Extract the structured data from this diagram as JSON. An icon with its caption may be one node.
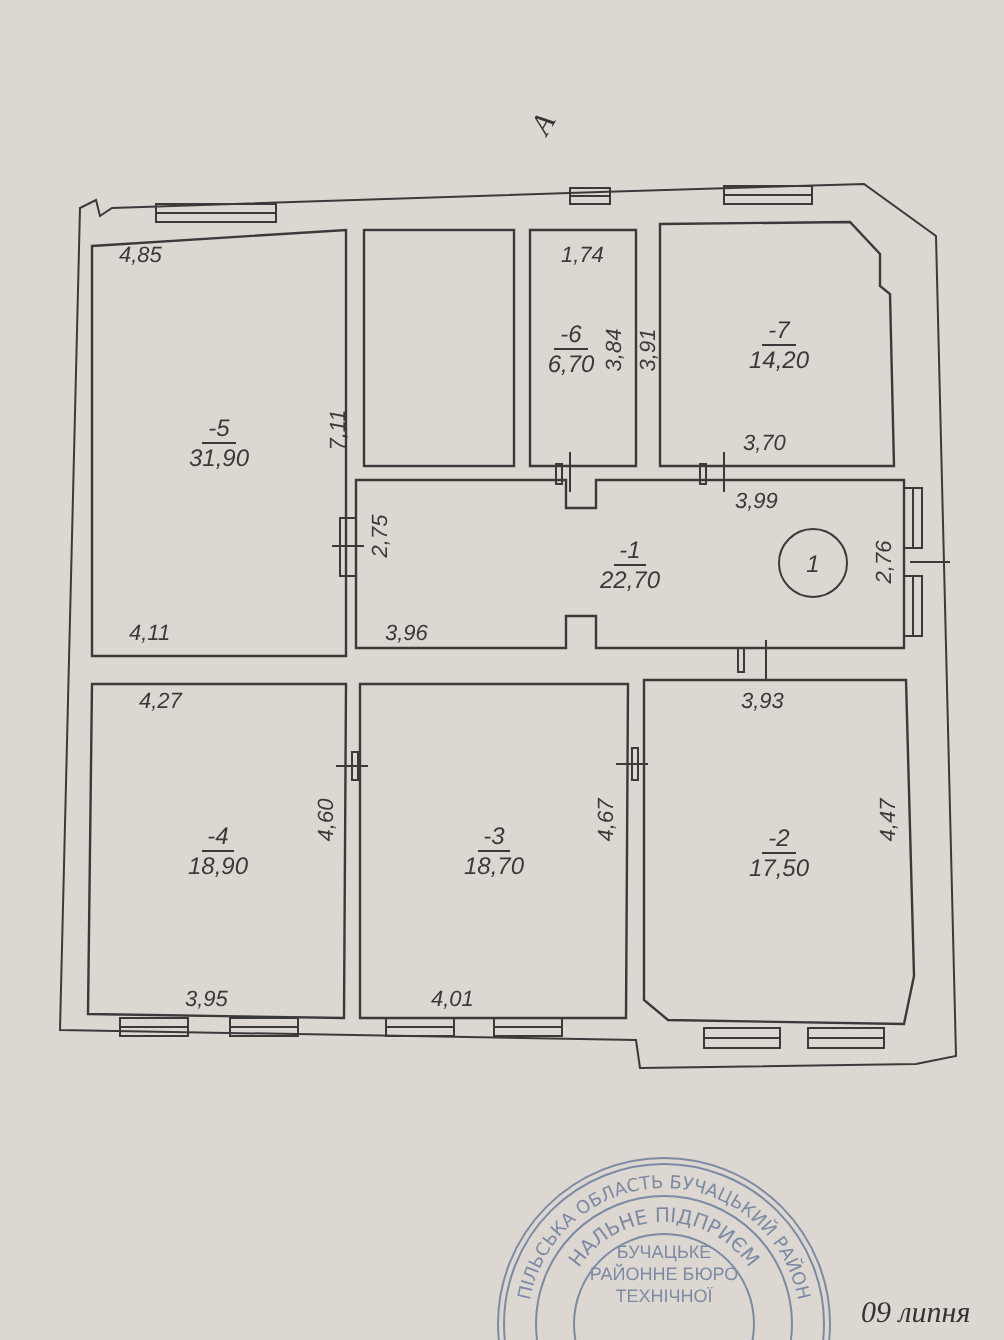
{
  "diagram": {
    "nodes": [
      {
        "text": [
          "-5",
          "31,90"
        ]
      },
      {
        "text": [],
        "shape": "box"
      },
      {
        "text": [
          "-6",
          "6,70"
        ]
      },
      {
        "text": [
          "-7",
          "14,20"
        ]
      },
      {
        "text": [
          "-1",
          "22,70"
        ]
      },
      {
        "text": [
          "1"
        ],
        "in": 4
      },
      {
        "text": [
          "-4",
          "18,90"
        ]
      },
      {
        "text": [
          "-3",
          "18,70"
        ]
      },
      {
        "text": [
          "-2",
          "17,50"
        ]
      }
    ],
    "edges": [],
    "labels": [
      "А",
      "4,85",
      "1,74",
      "3,84",
      "3,91",
      "7,11",
      "3,70",
      "3,99",
      "2,75",
      "2,76",
      "4,11",
      "3,96",
      "4,27",
      "3,93",
      "4,60",
      "4,67",
      "4,47",
      "3,95",
      "4,01",
      "ПІЛЬСЬКА ОБЛАСТЬ БУЧАЦЬКИЙ РАЙОН",
      "НАЛЬНЕ ПІДПРИЄМ",
      "БУЧАЦЬКЕ РАЙОННЕ БЮРО ТЕХНІЧНОЇ",
      "09 липня"
    ]
  }
}
